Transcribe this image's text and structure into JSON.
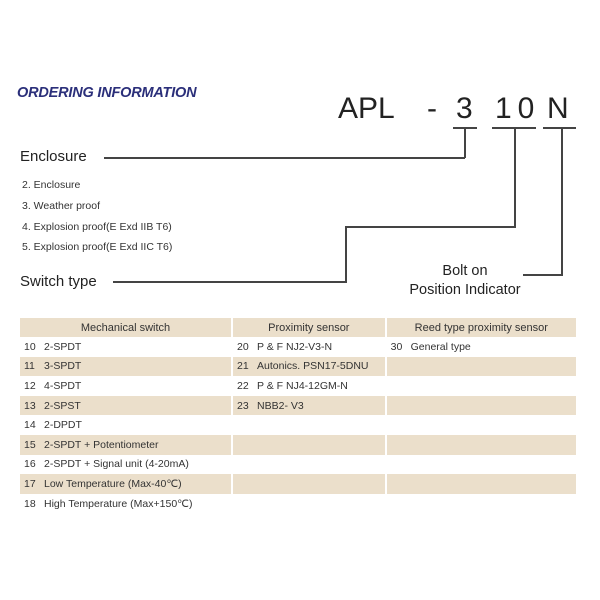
{
  "title": "ORDERING INFORMATION",
  "model_code": {
    "prefix": "APL",
    "dash1": "-",
    "enclosure_code": "3",
    "switch_code": "10",
    "indicator_code": "N"
  },
  "enclosure": {
    "label": "Enclosure",
    "options": [
      "2. Enclosure",
      "3. Weather proof",
      "4. Explosion proof(E Exd IIB T6)",
      "5. Explosion proof(E Exd IIC T6)"
    ]
  },
  "switch_type": {
    "label": "Switch type"
  },
  "indicator": {
    "line1": "Bolt on",
    "line2": "Position Indicator"
  },
  "table": {
    "headers": [
      "Mechanical switch",
      "Proximity sensor",
      "Reed type proximity sensor"
    ],
    "rows": [
      {
        "mech_num": "10",
        "mech": "2-SPDT",
        "prox_num": "20",
        "prox": "P & F NJ2-V3-N",
        "reed_num": "30",
        "reed": "General type"
      },
      {
        "mech_num": "11",
        "mech": "3-SPDT",
        "prox_num": "21",
        "prox": "Autonics. PSN17-5DNU",
        "reed_num": "",
        "reed": ""
      },
      {
        "mech_num": "12",
        "mech": "4-SPDT",
        "prox_num": "22",
        "prox": "P & F NJ4-12GM-N",
        "reed_num": "",
        "reed": ""
      },
      {
        "mech_num": "13",
        "mech": "2-SPST",
        "prox_num": "23",
        "prox": "NBB2- V3",
        "reed_num": "",
        "reed": ""
      },
      {
        "mech_num": "14",
        "mech": "2-DPDT",
        "prox_num": "",
        "prox": "",
        "reed_num": "",
        "reed": ""
      },
      {
        "mech_num": "15",
        "mech": "2-SPDT + Potentiometer",
        "prox_num": "",
        "prox": "",
        "reed_num": "",
        "reed": ""
      },
      {
        "mech_num": "16",
        "mech": "2-SPDT + Signal unit (4-20mA)",
        "prox_num": "",
        "prox": "",
        "reed_num": "",
        "reed": ""
      },
      {
        "mech_num": "17",
        "mech": "Low Temperature (Max-40℃)",
        "prox_num": "",
        "prox": "",
        "reed_num": "",
        "reed": ""
      },
      {
        "mech_num": "18",
        "mech": "High Temperature (Max+150℃)",
        "prox_num": "",
        "prox": "",
        "reed_num": "",
        "reed": ""
      }
    ]
  },
  "colors": {
    "title": "#2b2f7a",
    "row_shade": "#ebdfcb",
    "lines": "#444444"
  }
}
